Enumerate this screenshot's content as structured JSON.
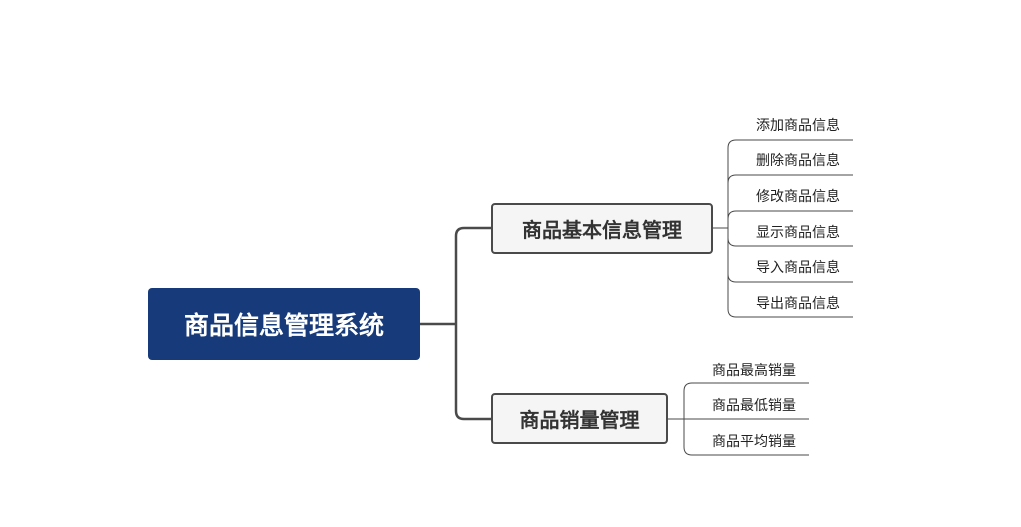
{
  "colors": {
    "root_fill": "#173a7a",
    "line": "#4a4a4a",
    "branch_border": "#4a4a4a"
  },
  "root": {
    "label": "商品信息管理系统"
  },
  "branches": [
    {
      "label": "商品基本信息管理",
      "leaves": [
        "添加商品信息",
        "删除商品信息",
        "修改商品信息",
        "显示商品信息",
        "导入商品信息",
        "导出商品信息"
      ]
    },
    {
      "label": "商品销量管理",
      "leaves": [
        "商品最高销量",
        "商品最低销量",
        "商品平均销量"
      ]
    }
  ]
}
